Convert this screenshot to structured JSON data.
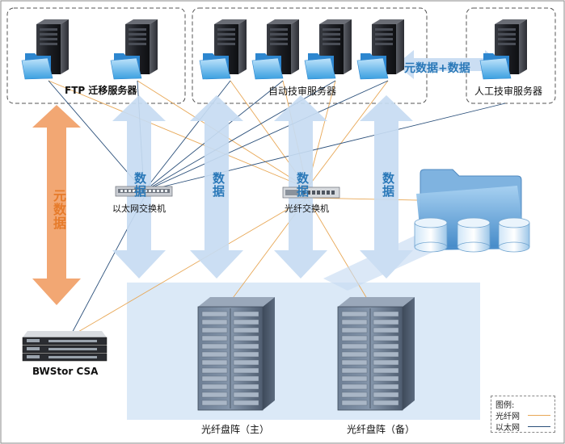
{
  "groups": {
    "ftp": {
      "label": "FTP 迁移服务器"
    },
    "auto": {
      "label": "自动技审服务器"
    },
    "manual": {
      "label": "人工技审服务器"
    }
  },
  "switches": {
    "ethernet": {
      "label": "以太网交换机"
    },
    "fiber": {
      "label": "光纤交换机"
    }
  },
  "flows": {
    "metadata_vertical": "元数据",
    "data": "数据",
    "metadata_plus_data": "元数据+数据"
  },
  "storage": {
    "csa": {
      "label": "BWStor CSA"
    },
    "array_main": {
      "label": "光纤盘阵（主）"
    },
    "array_backup": {
      "label": "光纤盘阵（备）"
    }
  },
  "legend": {
    "title": "图例:",
    "fiber": {
      "label": "光纤网",
      "color": "#e8a857"
    },
    "ethernet": {
      "label": "以太网",
      "color": "#2a4f7a"
    }
  },
  "colors": {
    "data_arrow": "#c7dcf2",
    "metadata_arrow": "#f2a773",
    "storage_panel": "#dbe9f7"
  }
}
